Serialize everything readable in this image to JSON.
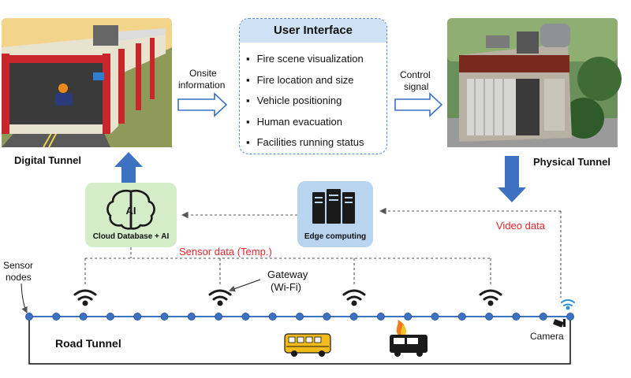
{
  "user_interface": {
    "title": "User Interface",
    "items": [
      "Fire scene visualization",
      "Fire location and size",
      "Vehicle positioning",
      "Human evacuation",
      "Facilities running status"
    ]
  },
  "labels": {
    "digital_tunnel": "Digital Tunnel",
    "physical_tunnel": "Physical Tunnel",
    "onsite_info_line1": "Onsite",
    "onsite_info_line2": "information",
    "control_signal_line1": "Control",
    "control_signal_line2": "signal",
    "cloud": "Cloud Database + AI",
    "ai_badge": "AI",
    "edge": "Edge computing",
    "sensor_data": "Sensor data (Temp.)",
    "video_data": "Video data",
    "sensor_nodes_line1": "Sensor",
    "sensor_nodes_line2": "nodes",
    "gateway_line1": "Gateway",
    "gateway_line2": "(Wi-Fi)",
    "road_tunnel": "Road Tunnel",
    "camera": "Camera"
  },
  "colors": {
    "accent_blue": "#3d72c2",
    "highlight_red": "#e8262b",
    "cloud_box": "#d4ecc7",
    "edge_box": "#b8d4ee",
    "ui_header": "#cfe2f5"
  }
}
